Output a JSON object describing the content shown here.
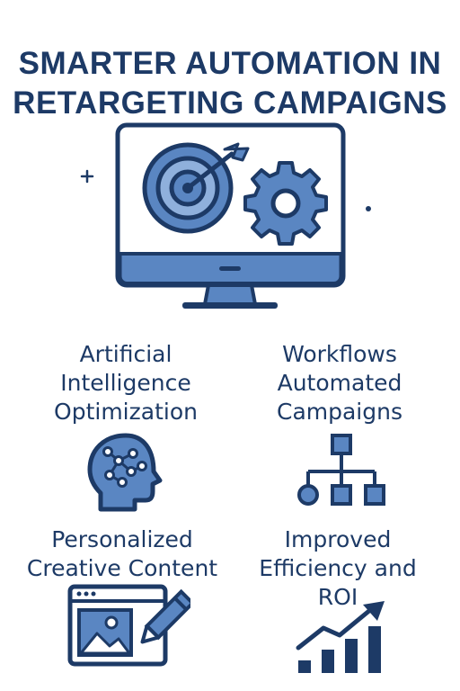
{
  "title": {
    "line1": "SMARTER AUTOMATION IN",
    "line2": "RETARGETING CAMPAIGNS"
  },
  "colors": {
    "navy": "#1d3a66",
    "blue": "#5a86c2",
    "light_blue": "#8fb0dc",
    "white": "#ffffff"
  },
  "hero": {
    "icons": [
      "monitor-icon",
      "target-arrow-icon",
      "gear-icon",
      "sparkle-plus-icon",
      "dot-icon"
    ]
  },
  "features": [
    {
      "lines": [
        "Artificial",
        "Intelligence",
        "Optimization"
      ],
      "icon": "ai-head-icon"
    },
    {
      "lines": [
        "Workflows",
        "Automated",
        "Campaigns"
      ],
      "icon": "workflow-icon"
    },
    {
      "lines": [
        "Personalized",
        "Creative Content"
      ],
      "icon": "creative-content-icon"
    },
    {
      "lines": [
        "Improved",
        "Efficiency and",
        "ROI"
      ],
      "icon": "growth-chart-icon"
    }
  ]
}
